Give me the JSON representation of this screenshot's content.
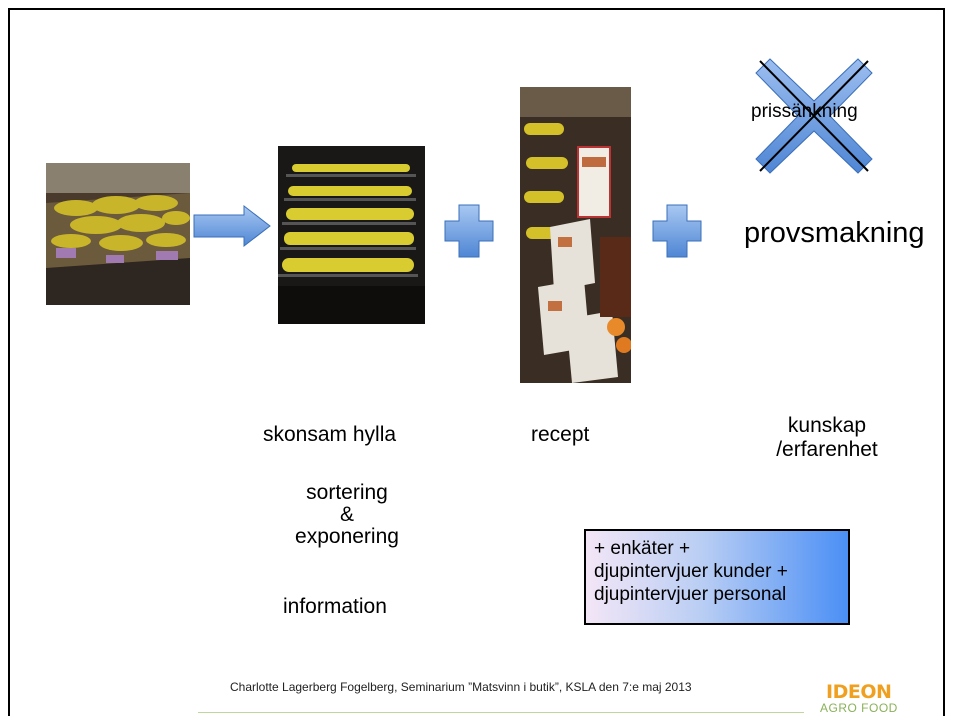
{
  "captions": {
    "skonsam": "skonsam hylla",
    "recept": "recept",
    "kunskap_1": "kunskap",
    "kunskap_2": "/erfarenhet",
    "sortering_1": "sortering",
    "sortering_2": "&",
    "sortering_3": "exponering",
    "information": "information",
    "provsmakning": "provsmakning",
    "prissankning": "prissänkning"
  },
  "box": {
    "line1": "+ enkäter +",
    "line2": "djupintervjuer kunder +",
    "line3": "djupintervjuer personal"
  },
  "footer": "Charlotte Lagerberg Fogelberg, Seminarium ”Matsvinn i butik”, KSLA den 7:e maj 2013",
  "logo": {
    "line1": "IDEON",
    "line2": "AGRO FOOD"
  },
  "colors": {
    "accent": "#5b8fd6",
    "logo_orange": "#f0a020",
    "logo_green": "#8ab15a"
  }
}
